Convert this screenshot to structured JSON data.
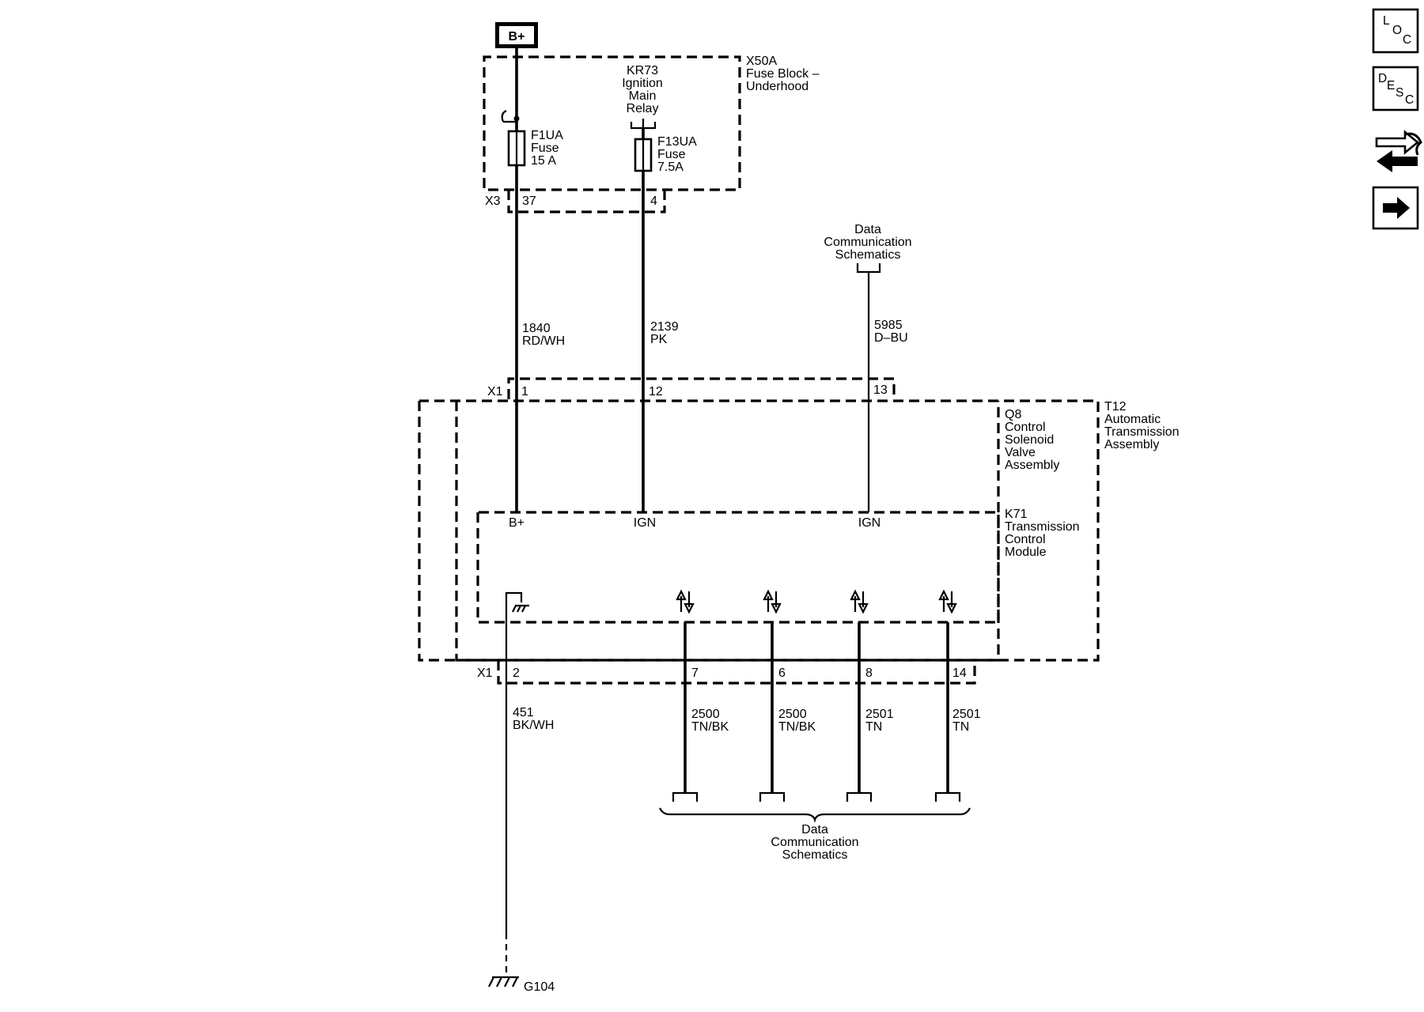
{
  "power": {
    "battery_label": "B+"
  },
  "fuse_block": {
    "name": "X50A",
    "desc_line1": "Fuse Block –",
    "desc_line2": "Underhood",
    "relay": {
      "line1": "KR73",
      "line2": "Ignition",
      "line3": "Main",
      "line4": "Relay"
    },
    "fuse1": {
      "name": "F1UA",
      "type": "Fuse",
      "rating": "15 A"
    },
    "fuse2": {
      "name": "F13UA",
      "type": "Fuse",
      "rating": "7.5A"
    },
    "connector": "X3",
    "pin1": "37",
    "pin2": "4"
  },
  "data_comm_top": {
    "line1": "Data",
    "line2": "Communication",
    "line3": "Schematics"
  },
  "wires_top": [
    {
      "circuit": "1840",
      "color": "RD/WH"
    },
    {
      "circuit": "2139",
      "color": "PK"
    },
    {
      "circuit": "5985",
      "color": "D–BU"
    }
  ],
  "connector_x1_top": {
    "name": "X1",
    "pins": [
      "1",
      "12",
      "13"
    ]
  },
  "assembly_t12": {
    "line1": "T12",
    "line2": "Automatic",
    "line3": "Transmission",
    "line4": "Assembly"
  },
  "assembly_q8": {
    "line1": "Q8",
    "line2": "Control",
    "line3": "Solenoid",
    "line4": "Valve",
    "line5": "Assembly"
  },
  "module_k71": {
    "line1": "K71",
    "line2": "Transmission",
    "line3": "Control",
    "line4": "Module",
    "inputs": [
      "B+",
      "IGN",
      "IGN"
    ]
  },
  "connector_x1_bottom": {
    "name": "X1",
    "pins": [
      "2",
      "7",
      "6",
      "8",
      "14"
    ]
  },
  "wires_bottom": [
    {
      "circuit": "451",
      "color": "BK/WH"
    },
    {
      "circuit": "2500",
      "color": "TN/BK"
    },
    {
      "circuit": "2500",
      "color": "TN/BK"
    },
    {
      "circuit": "2501",
      "color": "TN"
    },
    {
      "circuit": "2501",
      "color": "TN"
    }
  ],
  "data_comm_bottom": {
    "line1": "Data",
    "line2": "Communication",
    "line3": "Schematics"
  },
  "ground": {
    "name": "G104"
  },
  "side_buttons": {
    "loc": {
      "l": "L",
      "o": "O",
      "c": "C"
    },
    "desc": {
      "d": "D",
      "e": "E",
      "s": "S",
      "c": "C"
    },
    "connector_icon": "connector-end-view-icon",
    "next_icon": "arrow-right-icon"
  }
}
